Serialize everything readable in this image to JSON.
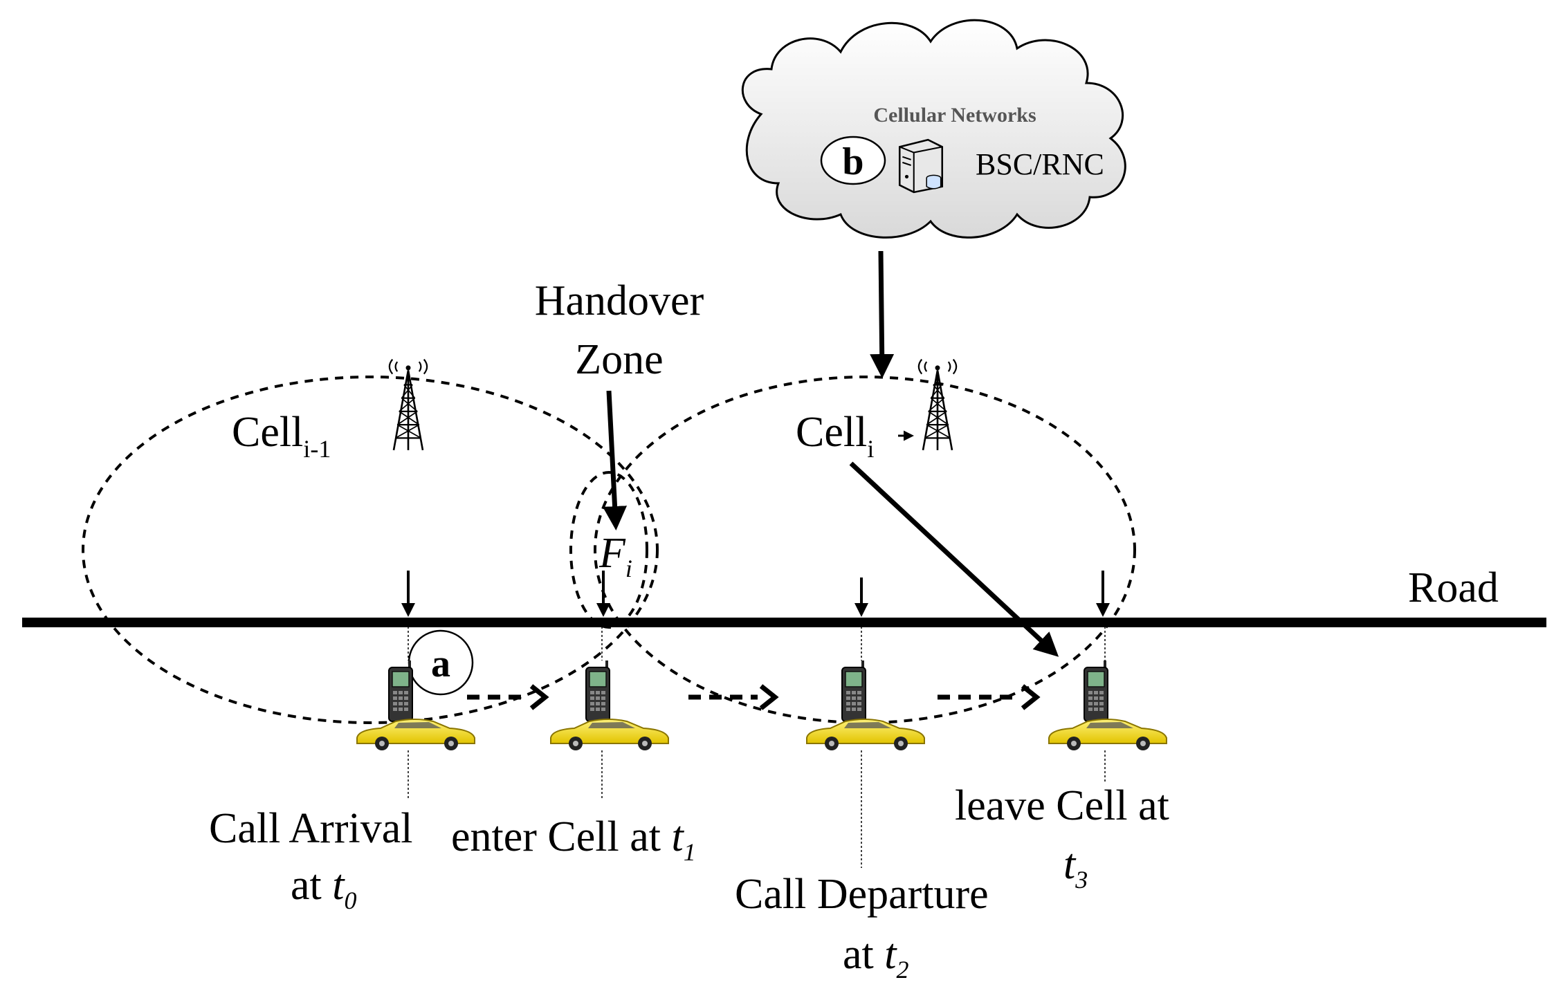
{
  "cloud": {
    "title": "Cellular Networks",
    "controller_label": "BSC/RNC",
    "marker": "b",
    "server_icon": "server-icon"
  },
  "handover_zone": {
    "line1": "Handover",
    "line2": "Zone",
    "symbol": "F",
    "symbol_sub": "i"
  },
  "cells": [
    {
      "name": "Cell",
      "sub": "i-1"
    },
    {
      "name": "Cell",
      "sub": "i"
    }
  ],
  "road_label": "Road",
  "mobile_marker": "a",
  "events": [
    {
      "line1": "Call Arrival",
      "line2_prefix": "at ",
      "time": "t",
      "time_sub": "0"
    },
    {
      "line1_prefix": "enter Cell at ",
      "time": "t",
      "time_sub": "1"
    },
    {
      "line1": "Call Departure",
      "line2_prefix": "at ",
      "time": "t",
      "time_sub": "2"
    },
    {
      "line1": "leave Cell at",
      "time": "t",
      "time_sub": "3"
    }
  ],
  "icons": {
    "tower": "antenna-tower-icon",
    "phone": "mobile-phone-icon",
    "car": "car-icon"
  }
}
